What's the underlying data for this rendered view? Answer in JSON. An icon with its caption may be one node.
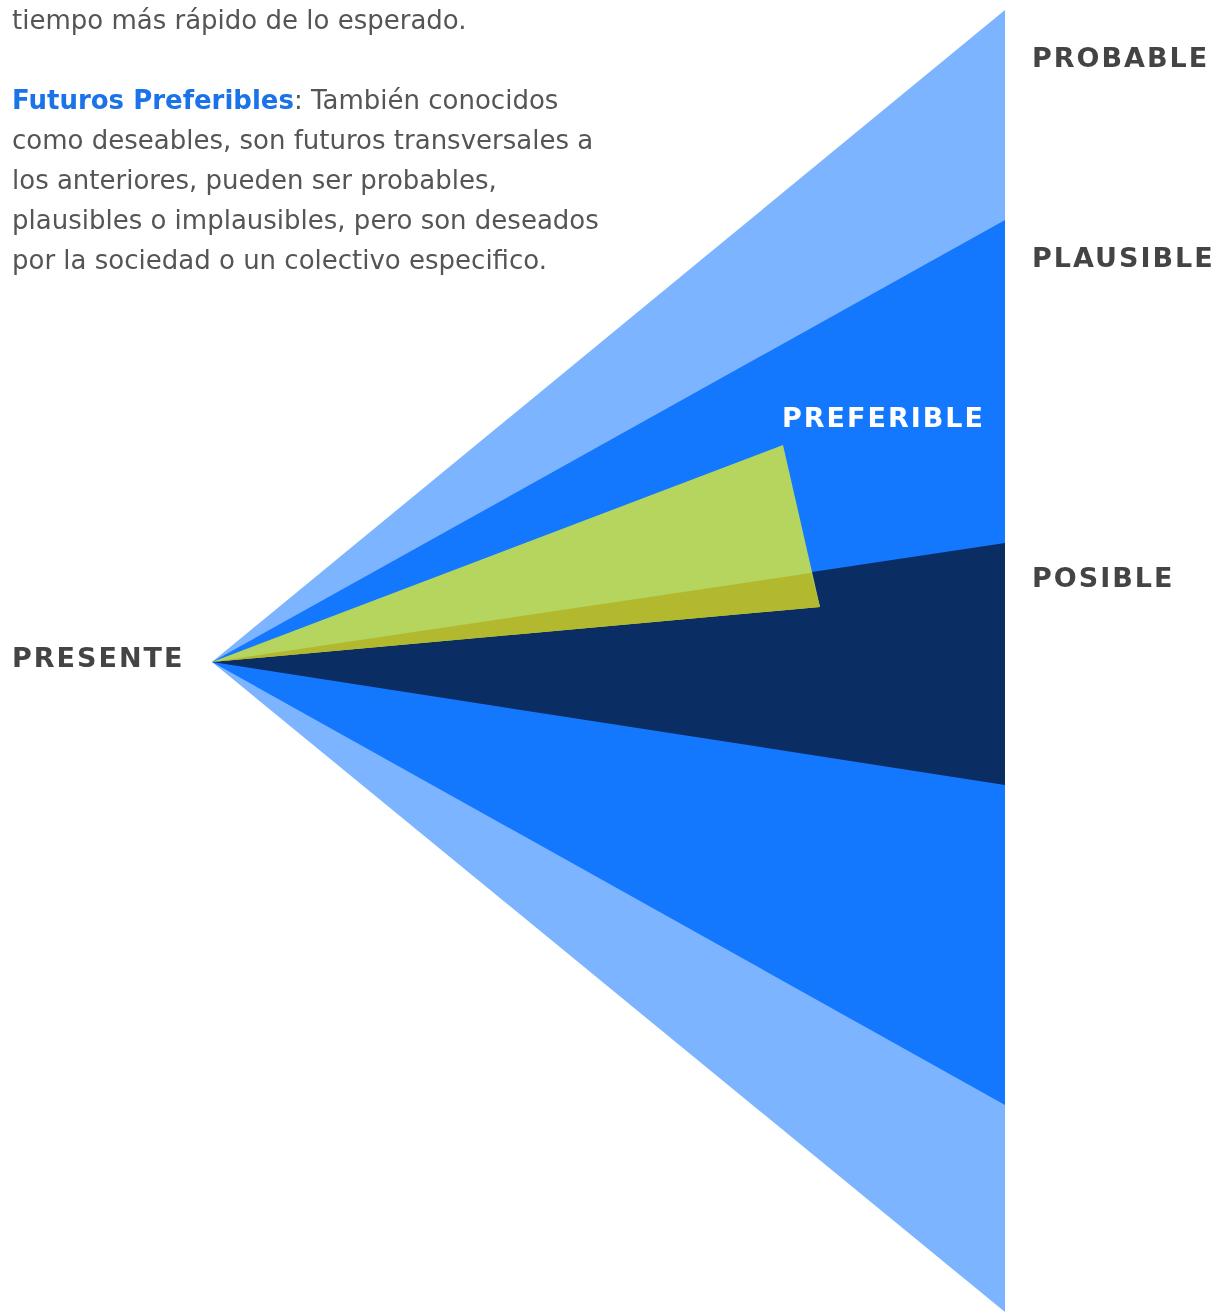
{
  "diagram": {
    "labels": [
      "tiempo más rápido de lo esperado.",
      "**Futuros Preferibles**: También conocidos como deseables, son futuros transversales a los anteriores, pueden ser probables, plausibles o implausibles, pero son deseados por la sociedad o un colectivo especifico.",
      "PROBABLE",
      "PLAUSIBLE",
      "PREFERIBLE",
      "POSIBLE",
      "PRESENTE"
    ]
  }
}
